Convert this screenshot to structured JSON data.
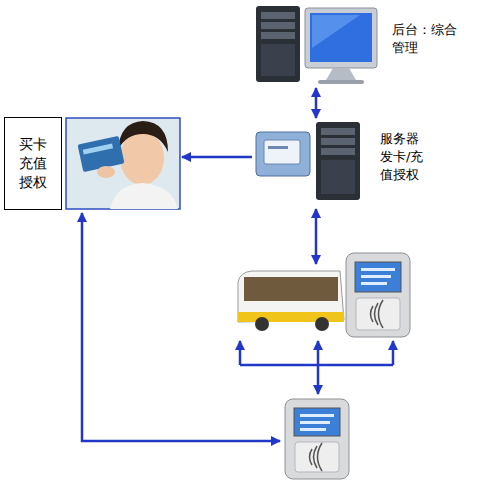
{
  "diagram": {
    "nodes": [
      {
        "text": [
          "后台：综合 管理"
        ]
      },
      {
        "text": [
          "服务器",
          "发卡/充 值授权"
        ]
      },
      {
        "text": [
          "买卡 充值 授权"
        ]
      }
    ],
    "edges": [
      {
        "from": 0,
        "to": 1,
        "arrow": "both"
      },
      {
        "from": 1,
        "to": 2,
        "arrow": "to"
      }
    ]
  }
}
